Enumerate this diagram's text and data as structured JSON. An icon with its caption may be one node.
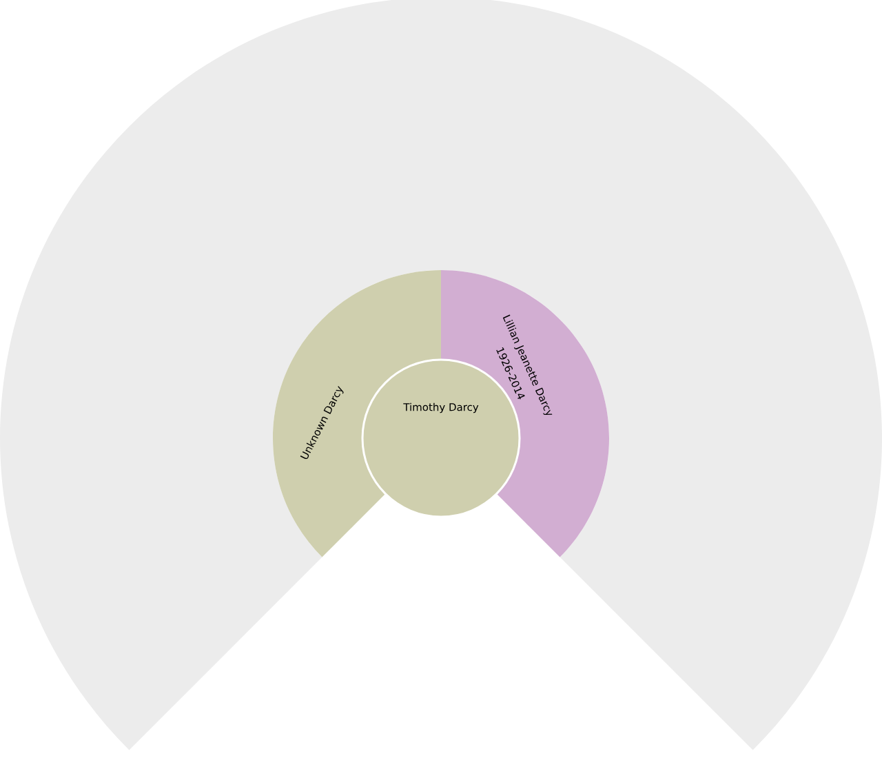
{
  "diagram": {
    "nodes": [
      {
        "text": [
          "Timothy Darcy"
        ]
      },
      {
        "text": [
          "Unknown Darcy"
        ]
      },
      {
        "text": [
          "Lillian Jeanette Darcy",
          "1926-2014"
        ]
      },
      {
        "text": [],
        "shape": "band"
      }
    ]
  }
}
